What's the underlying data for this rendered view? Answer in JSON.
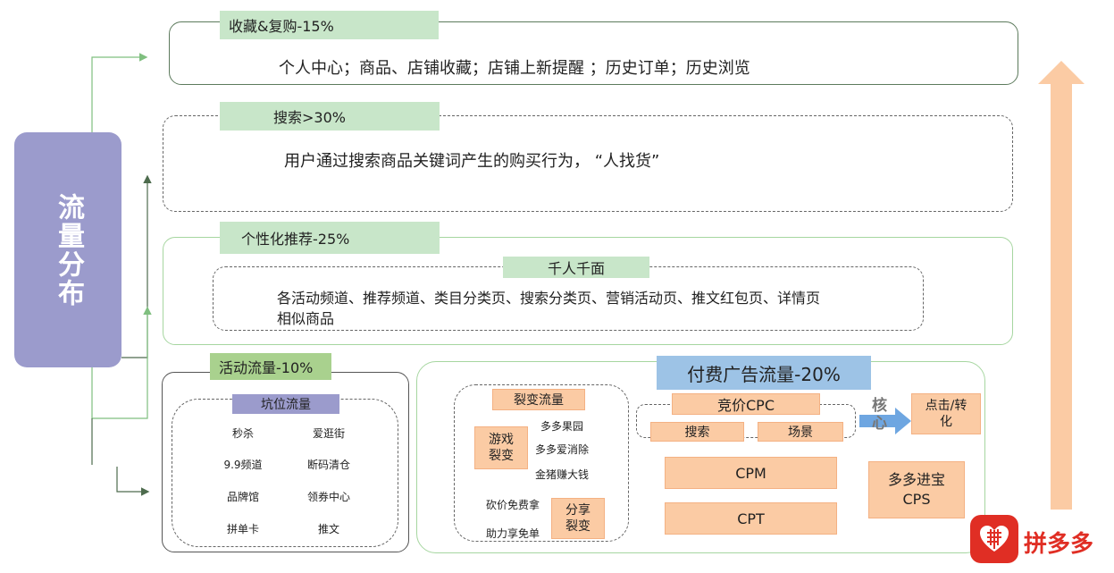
{
  "side_label": "流量分布",
  "collect": {
    "tag": "收藏&复购-15%",
    "text": "个人中心；商品、店铺收藏；店铺上新提醒 ；历史订单；历史浏览"
  },
  "search": {
    "tag": "搜索>30%",
    "text": "用户通过搜索商品关键词产生的购买行为， “人找货”"
  },
  "personal": {
    "tag": "个性化推荐-25%",
    "subtag": "千人千面",
    "text1": "各活动频道、推荐频道、类目分类页、搜索分类页、营销活动页、推文红包页、详情页",
    "text2": "相似商品"
  },
  "activity": {
    "tag": "活动流量-10%",
    "subtag": "坑位流量",
    "items": [
      "秒杀",
      "爱逛街",
      "9.9频道",
      "断码清仓",
      "品牌馆",
      "领券中心",
      "拼单卡",
      "推文"
    ]
  },
  "paid": {
    "title": "付费广告流量-20%",
    "fission": "裂变流量",
    "game": "游戏裂变",
    "games": [
      "多多果园",
      "多多爱消除",
      "金猪赚大钱"
    ],
    "share": "分享裂变",
    "shares": [
      "砍价免费拿",
      "助力享免单"
    ],
    "cpc": "竞价CPC",
    "cpc_sub": [
      "搜索",
      "场景"
    ],
    "core": "核心",
    "click": "点击/转化",
    "cpm": "CPM",
    "cpt": "CPT",
    "cps": "多多进宝CPS"
  },
  "brand": "拼多多",
  "colors": {
    "side": "#9b9bcc",
    "tag": "#c8e6c9",
    "orange": "#fbcba4",
    "blue": "#9dc3e6",
    "arrow": "#fbcba4",
    "logo": "#e02e24"
  }
}
